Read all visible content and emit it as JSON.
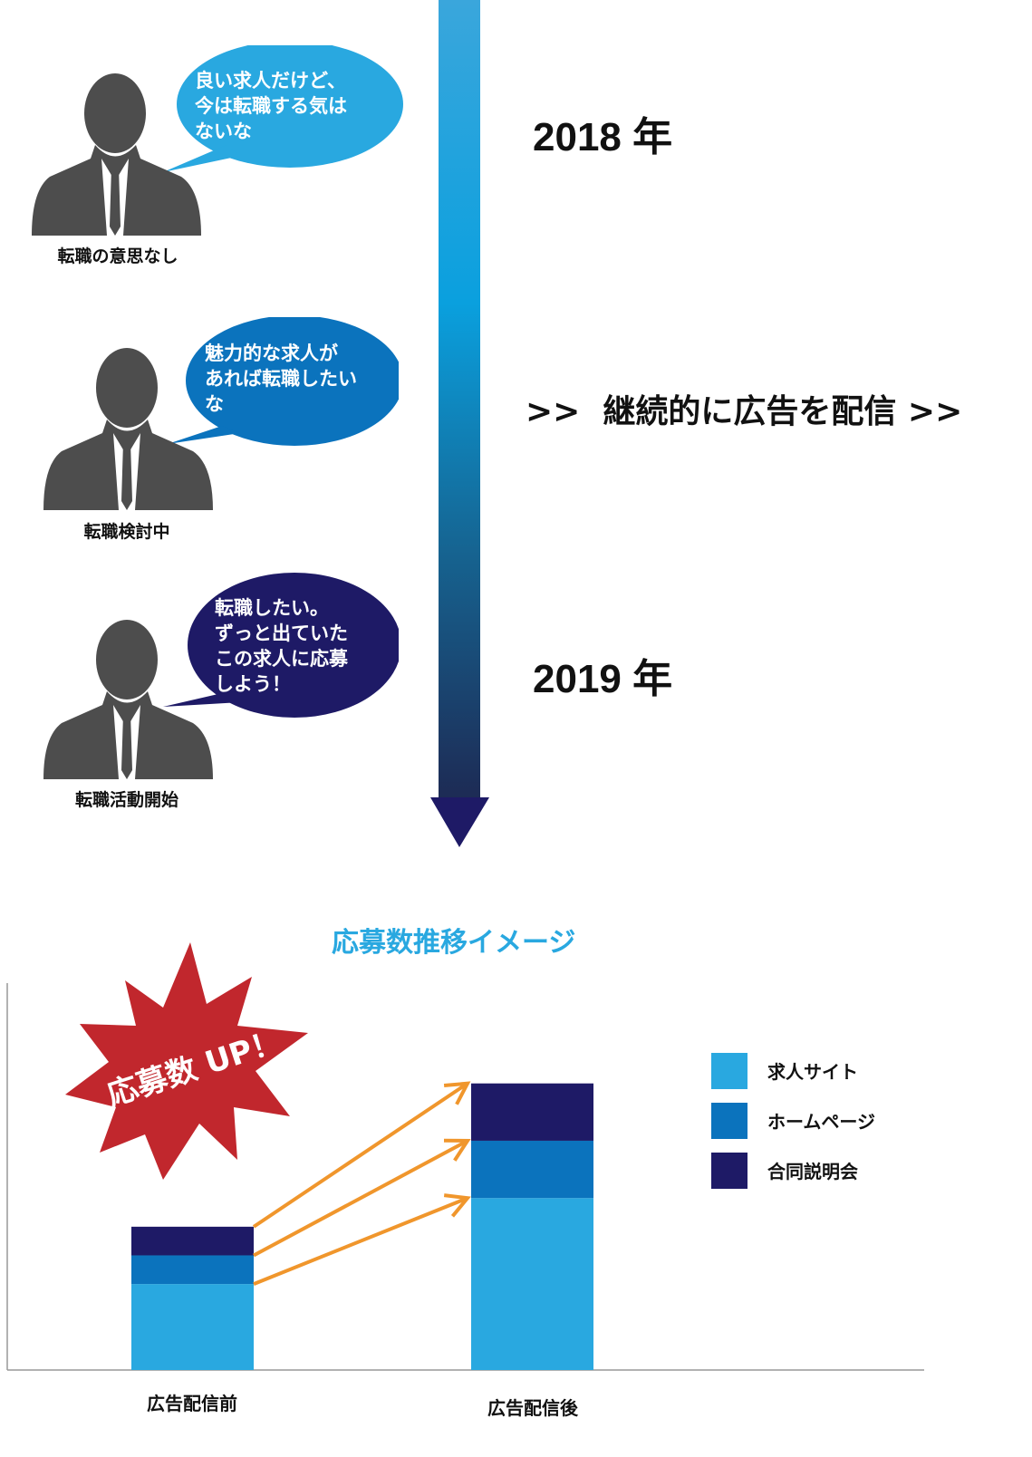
{
  "timeline": {
    "year_start": "2018 年",
    "year_end": "2019 年",
    "middle_text": ">>  継続的に広告を配信 >>"
  },
  "personas": [
    {
      "speech": "良い求人だけど、\n今は転職する気は\nないな",
      "caption": "転職の意思なし",
      "bubble_color": "#29a8e0"
    },
    {
      "speech": "魅力的な求人が\nあれば転職したい\nな",
      "caption": "転職検討中",
      "bubble_color": "#0b73bd"
    },
    {
      "speech": "転職したい。\nずっと出ていた\nこの求人に応募\nしよう！",
      "caption": "転職活動開始",
      "bubble_color": "#1e1a66"
    }
  ],
  "burst": {
    "text": "応募数 UP！",
    "color": "#c1272d"
  },
  "chart_data": {
    "type": "bar",
    "stacked": true,
    "title": "応募数推移イメージ",
    "categories": [
      "広告配信前",
      "広告配信後"
    ],
    "series": [
      {
        "name": "求人サイト",
        "color": "#29a8e0",
        "values": [
          3,
          6
        ]
      },
      {
        "name": "ホームページ",
        "color": "#0b73bd",
        "values": [
          1,
          2
        ]
      },
      {
        "name": "合同説明会",
        "color": "#1e1a66",
        "values": [
          1,
          2
        ]
      }
    ],
    "ylim": [
      0,
      13.5
    ],
    "grid": false,
    "legend": "right"
  },
  "colors": {
    "arrow_orange": "#f0962c",
    "person_gray": "#4d4d4d"
  }
}
